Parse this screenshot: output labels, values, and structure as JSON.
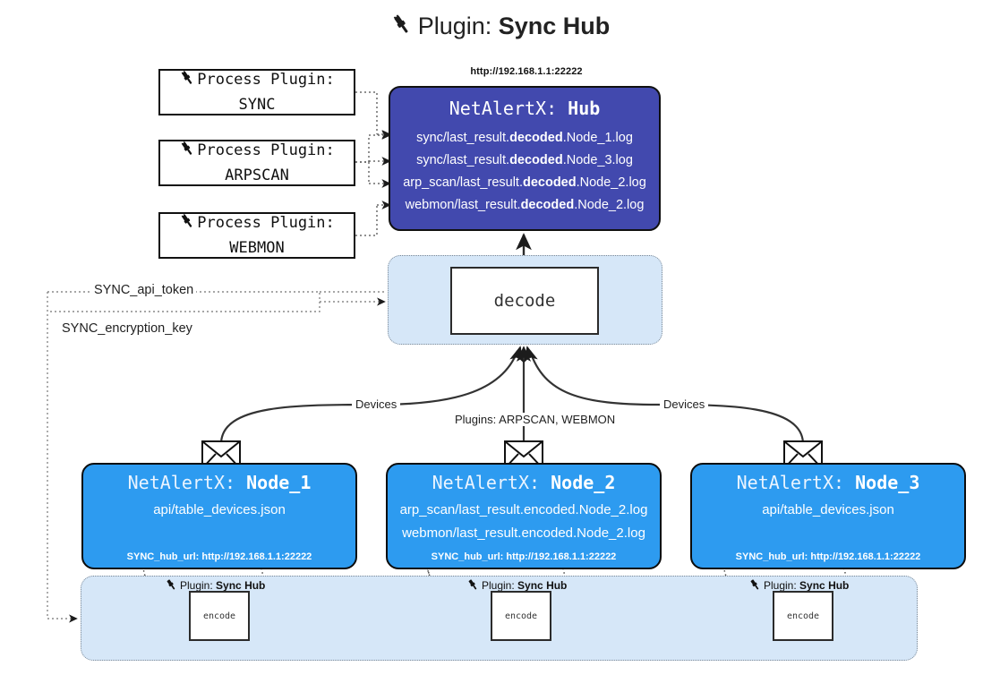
{
  "title": {
    "icon": "plug-icon",
    "prefix": "Plugin:",
    "name": "Sync Hub"
  },
  "process_plugins": [
    {
      "icon": "plug-icon",
      "line1": "Process Plugin:",
      "line2": "SYNC"
    },
    {
      "icon": "plug-icon",
      "line1": "Process Plugin:",
      "line2": "ARPSCAN"
    },
    {
      "icon": "plug-icon",
      "line1": "Process Plugin:",
      "line2": "WEBMON"
    }
  ],
  "hub": {
    "url": "http://192.168.1.1:22222",
    "title_prefix": "NetAlertX:",
    "title_name": "Hub",
    "files": [
      {
        "pre": "sync/last_result.",
        "em": "decoded",
        "post": ".Node_1.log"
      },
      {
        "pre": "sync/last_result.",
        "em": "decoded",
        "post": ".Node_3.log"
      },
      {
        "pre": "arp_scan/last_result.",
        "em": "decoded",
        "post": ".Node_2.log"
      },
      {
        "pre": "webmon/last_result.",
        "em": "decoded",
        "post": ".Node_2.log"
      }
    ]
  },
  "secrets": [
    {
      "label": "SYNC_api_token"
    },
    {
      "label": "SYNC_encryption_key"
    }
  ],
  "decode": {
    "label": "decode"
  },
  "edge_labels": {
    "devices_left": "Devices",
    "devices_right": "Devices",
    "plugins_middle": "Plugins: ARPSCAN, WEBMON"
  },
  "nodes": [
    {
      "title_prefix": "NetAlertX:",
      "title_name": "Node_1",
      "lines": [
        "api/table_devices.json"
      ],
      "hub_url_label": "SYNC_hub_url: http://192.168.1.1:22222",
      "mail_icon": "envelope-icon"
    },
    {
      "title_prefix": "NetAlertX:",
      "title_name": "Node_2",
      "lines": [
        "arp_scan/last_result.encoded.Node_2.log",
        "webmon/last_result.encoded.Node_2.log"
      ],
      "hub_url_label": "SYNC_hub_url: http://192.168.1.1:22222",
      "mail_icon": "envelope-icon"
    },
    {
      "title_prefix": "NetAlertX:",
      "title_name": "Node_3",
      "lines": [
        "api/table_devices.json"
      ],
      "hub_url_label": "SYNC_hub_url: http://192.168.1.1:22222",
      "mail_icon": "envelope-icon"
    }
  ],
  "encoders": [
    {
      "caption_icon": "plug-icon",
      "caption_prefix": "Plugin:",
      "caption_name": "Sync Hub",
      "label": "encode"
    },
    {
      "caption_icon": "plug-icon",
      "caption_prefix": "Plugin:",
      "caption_name": "Sync Hub",
      "label": "encode"
    },
    {
      "caption_icon": "plug-icon",
      "caption_prefix": "Plugin:",
      "caption_name": "Sync Hub",
      "label": "encode"
    }
  ],
  "colors": {
    "hub": "#4249ae",
    "node": "#2d9bf0",
    "container": "#d6e7f8",
    "stroke": "#101010"
  }
}
